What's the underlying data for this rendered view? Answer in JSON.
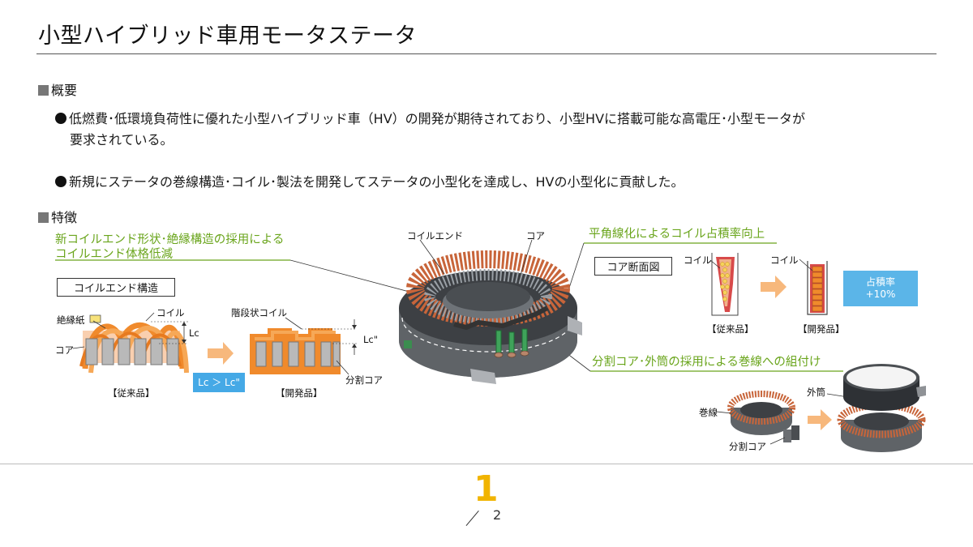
{
  "header": {
    "title": "小型ハイブリッド車用モータステータ"
  },
  "overview": {
    "heading": "概要",
    "bullets": [
      {
        "line1": "低燃費･低環境負荷性に優れた小型ハイブリッド車（HV）の開発が期待されており、小型HVに搭載可能な高電圧･小型モータが",
        "line2": "要求されている。"
      },
      {
        "line1": "新規にステータの巻線構造･コイル･製法を開発してステータの小型化を達成し、HVの小型化に貢献した。",
        "line2": ""
      }
    ]
  },
  "features": {
    "heading": "特徴",
    "callout_coil_end_line1": "新コイルエンド形状･絶縁構造の採用による",
    "callout_coil_end_line2": "コイルエンド体格低減",
    "callout_flat_wire": "平角線化によるコイル占積率向上",
    "callout_split_core": "分割コア･外筒の採用による巻線への組付け"
  },
  "coil_end_diagram": {
    "box_label": "コイルエンド構造",
    "insulation_paper": "絶縁紙",
    "coil": "コイル",
    "core": "コア",
    "lc": "Lc",
    "conventional": "【従来品】",
    "comparison": "Lc ＞ Lc\"",
    "stepped_coil": "階段状コイル",
    "lc_dbl": "Lc\"",
    "split_core": "分割コア",
    "developed": "【開発品】"
  },
  "stator_image": {
    "coil_end": "コイルエンド",
    "core": "コア"
  },
  "cross_section": {
    "box_label": "コア断面図",
    "coil_left": "コイル",
    "coil_right": "コイル",
    "conventional": "【従来品】",
    "developed": "【開発品】",
    "fill_line1": "占積率",
    "fill_line2": "+10%"
  },
  "assembly": {
    "winding": "巻線",
    "outer_cylinder": "外筒",
    "split_core": "分割コア"
  },
  "footer": {
    "page_current": "1",
    "page_total": "2"
  },
  "colors": {
    "accent_green": "#6aa51c",
    "coil_orange": "#f08a2c",
    "blue_box": "#45a9e6",
    "page_yellow": "#f1b400"
  }
}
